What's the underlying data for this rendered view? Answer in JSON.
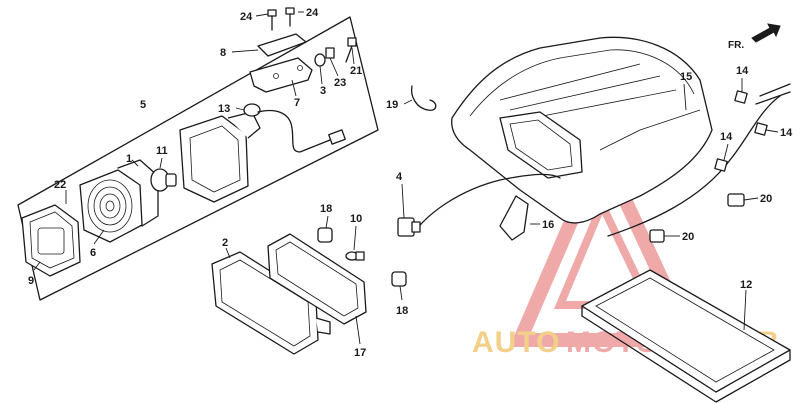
{
  "diagram": {
    "direction_label": "FR.",
    "watermark": {
      "part1": "AUTO",
      "part2": "MOTO",
      "part3": "HUB"
    },
    "callouts": [
      {
        "id": "c24a",
        "label": "24"
      },
      {
        "id": "c24b",
        "label": "24"
      },
      {
        "id": "c8",
        "label": "8"
      },
      {
        "id": "c5",
        "label": "5"
      },
      {
        "id": "c7",
        "label": "7"
      },
      {
        "id": "c3",
        "label": "3"
      },
      {
        "id": "c23",
        "label": "23"
      },
      {
        "id": "c21",
        "label": "21"
      },
      {
        "id": "c13",
        "label": "13"
      },
      {
        "id": "c1",
        "label": "1"
      },
      {
        "id": "c11",
        "label": "11"
      },
      {
        "id": "c22",
        "label": "22"
      },
      {
        "id": "c6",
        "label": "6"
      },
      {
        "id": "c9",
        "label": "9"
      },
      {
        "id": "c19",
        "label": "19"
      },
      {
        "id": "c15",
        "label": "15"
      },
      {
        "id": "c14a",
        "label": "14"
      },
      {
        "id": "c14b",
        "label": "14"
      },
      {
        "id": "c14c",
        "label": "14"
      },
      {
        "id": "c4",
        "label": "4"
      },
      {
        "id": "c16",
        "label": "16"
      },
      {
        "id": "c20a",
        "label": "20"
      },
      {
        "id": "c20b",
        "label": "20"
      },
      {
        "id": "c18a",
        "label": "18"
      },
      {
        "id": "c10",
        "label": "10"
      },
      {
        "id": "c2",
        "label": "2"
      },
      {
        "id": "c18b",
        "label": "18"
      },
      {
        "id": "c17",
        "label": "17"
      },
      {
        "id": "c12",
        "label": "12"
      }
    ]
  }
}
